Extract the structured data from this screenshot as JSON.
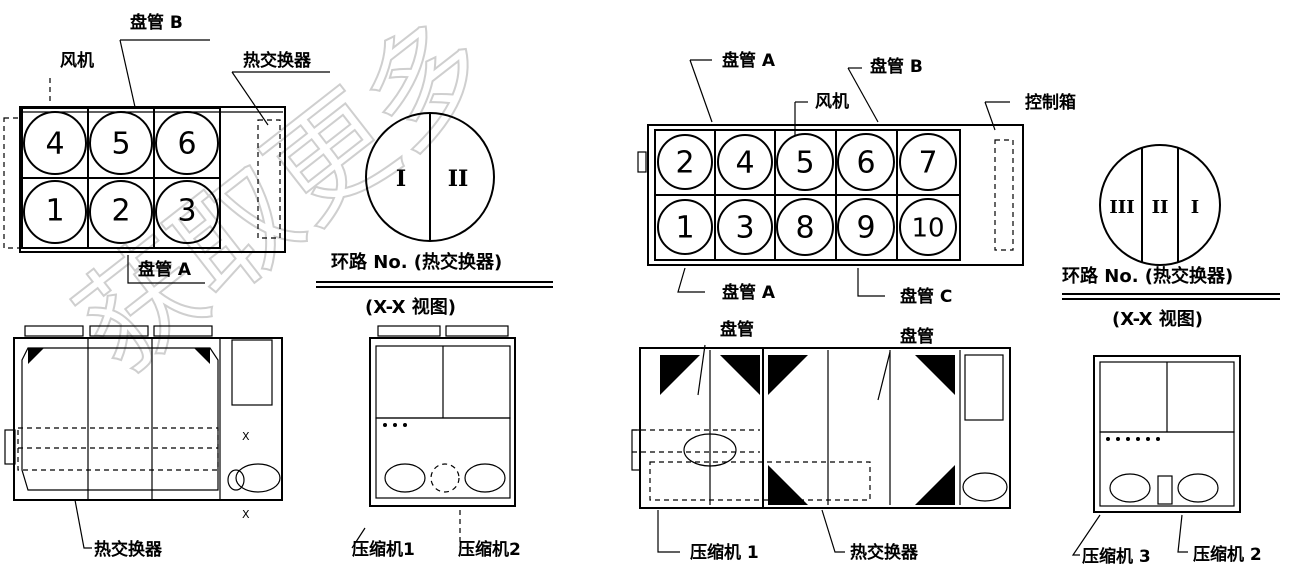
{
  "watermark": "获取更多",
  "left_unit": {
    "top_view": {
      "coil_b": "盘管 B",
      "fan": "风机",
      "heat_exchanger": "热交换器",
      "coil_a": "盘管 A",
      "fans": [
        "4",
        "5",
        "6",
        "1",
        "2",
        "3"
      ]
    },
    "circuit_diagram": {
      "circuits": [
        "I",
        "II"
      ],
      "title": "环路 No. (热交换器)",
      "view_label": "(X-X 视图)"
    },
    "side_view": {
      "heat_exchanger": "热交换器",
      "x_mark": "X"
    },
    "end_view": {
      "compressor_1": "压缩机1",
      "compressor_2": "压缩机2"
    }
  },
  "right_unit": {
    "top_view": {
      "coil_a_top": "盘管 A",
      "coil_b": "盘管 B",
      "fan": "风机",
      "control_box": "控制箱",
      "coil_a_bottom": "盘管 A",
      "coil_c": "盘管 C",
      "fans": [
        "2",
        "4",
        "5",
        "6",
        "7",
        "1",
        "3",
        "8",
        "9",
        "10"
      ]
    },
    "circuit_diagram": {
      "circuits": [
        "III",
        "II",
        "I"
      ],
      "title": "环路 No. (热交换器)",
      "view_label": "(X-X 视图)"
    },
    "side_view": {
      "coil_1": "盘管",
      "coil_2": "盘管",
      "compressor_1": "压缩机 1",
      "heat_exchanger": "热交换器"
    },
    "end_view": {
      "compressor_3": "压缩机 3",
      "compressor_2": "压缩机 2"
    }
  }
}
